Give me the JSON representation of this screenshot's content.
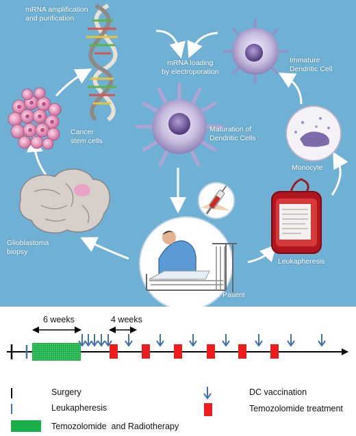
{
  "diagram": {
    "labels": {
      "mrna_amp": "mRNA amplification\nand purification",
      "mrna_load": "mRNA loading\nby electroporation",
      "immature_dc": "Immature\nDendritic Cell",
      "cancer_stem": "Cancer\nstem cells",
      "maturation": "Maturation of\nDendritic Cells",
      "monocyte": "Monocyte",
      "glioblastoma": "Glioblastoma\nbiopsy",
      "leukapheresis": "Leukapheresis",
      "patient": "Patient"
    },
    "colors": {
      "background": "#6fb0d5",
      "arrow": "#ffffff",
      "cell": "#c9bde0",
      "nucleus": "#6a4f93"
    }
  },
  "timeline": {
    "span_labels": {
      "six_weeks": "6 weeks",
      "four_weeks": "4 weeks"
    },
    "legend": {
      "surgery": "Surgery",
      "leukapheresis": "Leukapheresis",
      "temo_radio": "Temozolomide  and Radiotherapy",
      "dc_vaccination": "DC vaccination",
      "temo_treatment": "Temozolomide treatment"
    },
    "colors": {
      "surgery": "#000000",
      "leukapheresis": "#3f6fb0",
      "temo_radio": "#19b04b",
      "dc_vaccination": "#3f6fb0",
      "temo_treatment": "#ee1c1c"
    },
    "counts": {
      "dc_vaccinations": 12,
      "temozolomide_cycles": 6
    }
  }
}
